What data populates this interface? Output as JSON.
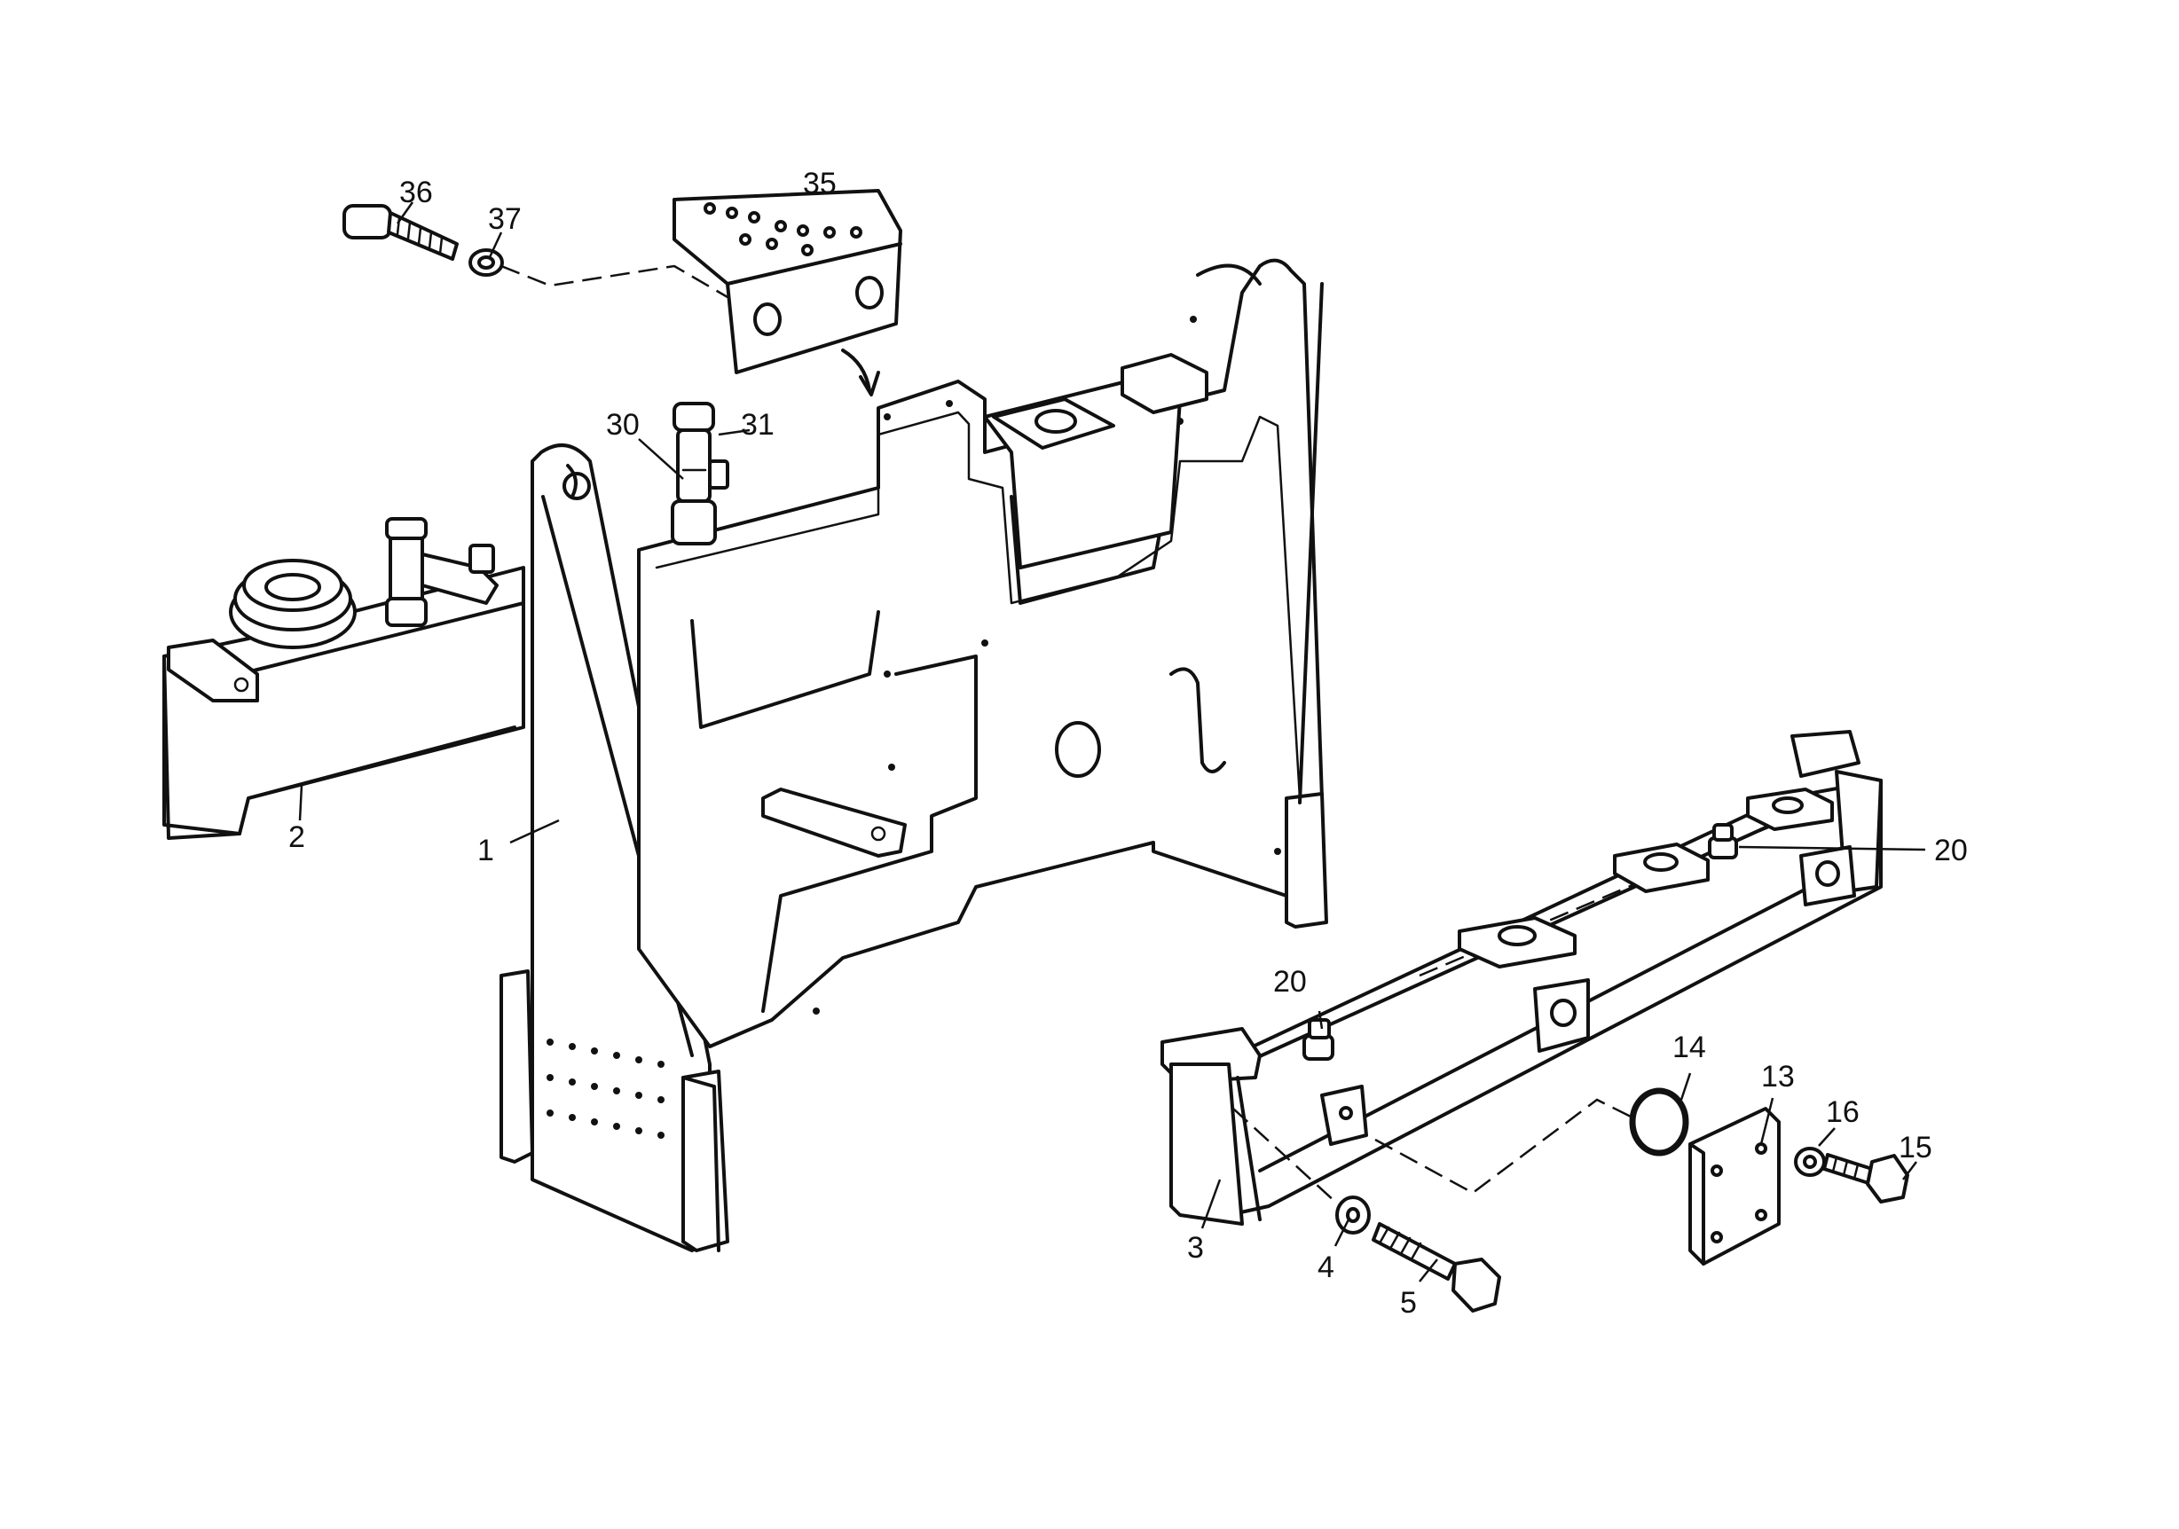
{
  "diagram": {
    "type": "exploded-parts-view",
    "callouts": [
      {
        "id": "c1",
        "label": "1"
      },
      {
        "id": "c2",
        "label": "2"
      },
      {
        "id": "c3",
        "label": "3"
      },
      {
        "id": "c4",
        "label": "4"
      },
      {
        "id": "c5",
        "label": "5"
      },
      {
        "id": "c13",
        "label": "13"
      },
      {
        "id": "c14",
        "label": "14"
      },
      {
        "id": "c15",
        "label": "15"
      },
      {
        "id": "c16",
        "label": "16"
      },
      {
        "id": "c20a",
        "label": "20"
      },
      {
        "id": "c20b",
        "label": "20"
      },
      {
        "id": "c30",
        "label": "30"
      },
      {
        "id": "c31",
        "label": "31"
      },
      {
        "id": "c35",
        "label": "35"
      },
      {
        "id": "c36",
        "label": "36"
      },
      {
        "id": "c37",
        "label": "37"
      }
    ]
  },
  "colors": {
    "ink": "#111111",
    "paper": "#ffffff"
  }
}
